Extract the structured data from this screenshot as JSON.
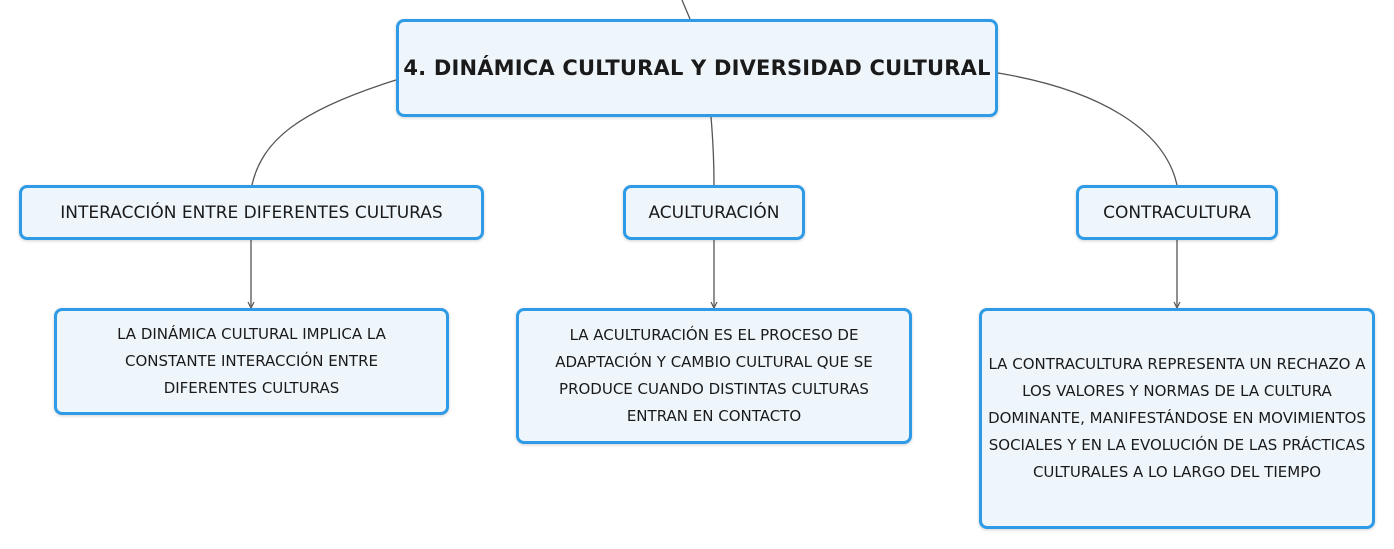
{
  "root": {
    "label": "4. DINÁMICA CULTURAL Y DIVERSIDAD CULTURAL"
  },
  "topics": [
    {
      "label": "INTERACCIÓN ENTRE DIFERENTES CULTURAS",
      "description": "LA DINÁMICA CULTURAL IMPLICA LA CONSTANTE INTERACCIÓN ENTRE DIFERENTES CULTURAS"
    },
    {
      "label": "ACULTURACIÓN",
      "description": "LA ACULTURACIÓN ES EL PROCESO DE ADAPTACIÓN Y CAMBIO CULTURAL QUE SE PRODUCE CUANDO DISTINTAS CULTURAS ENTRAN EN CONTACTO"
    },
    {
      "label": "CONTRACULTURA",
      "description": "LA CONTRACULTURA REPRESENTA UN RECHAZO A LOS VALORES Y NORMAS DE LA CULTURA DOMINANTE, MANIFESTÁNDOSE EN MOVIMIENTOS SOCIALES Y EN LA EVOLUCIÓN DE LAS PRÁCTICAS CULTURALES A LO LARGO DEL TIEMPO"
    }
  ],
  "colors": {
    "node_border": "#2f9be6",
    "node_fill": "#eef6fc",
    "connector": "#555555"
  }
}
